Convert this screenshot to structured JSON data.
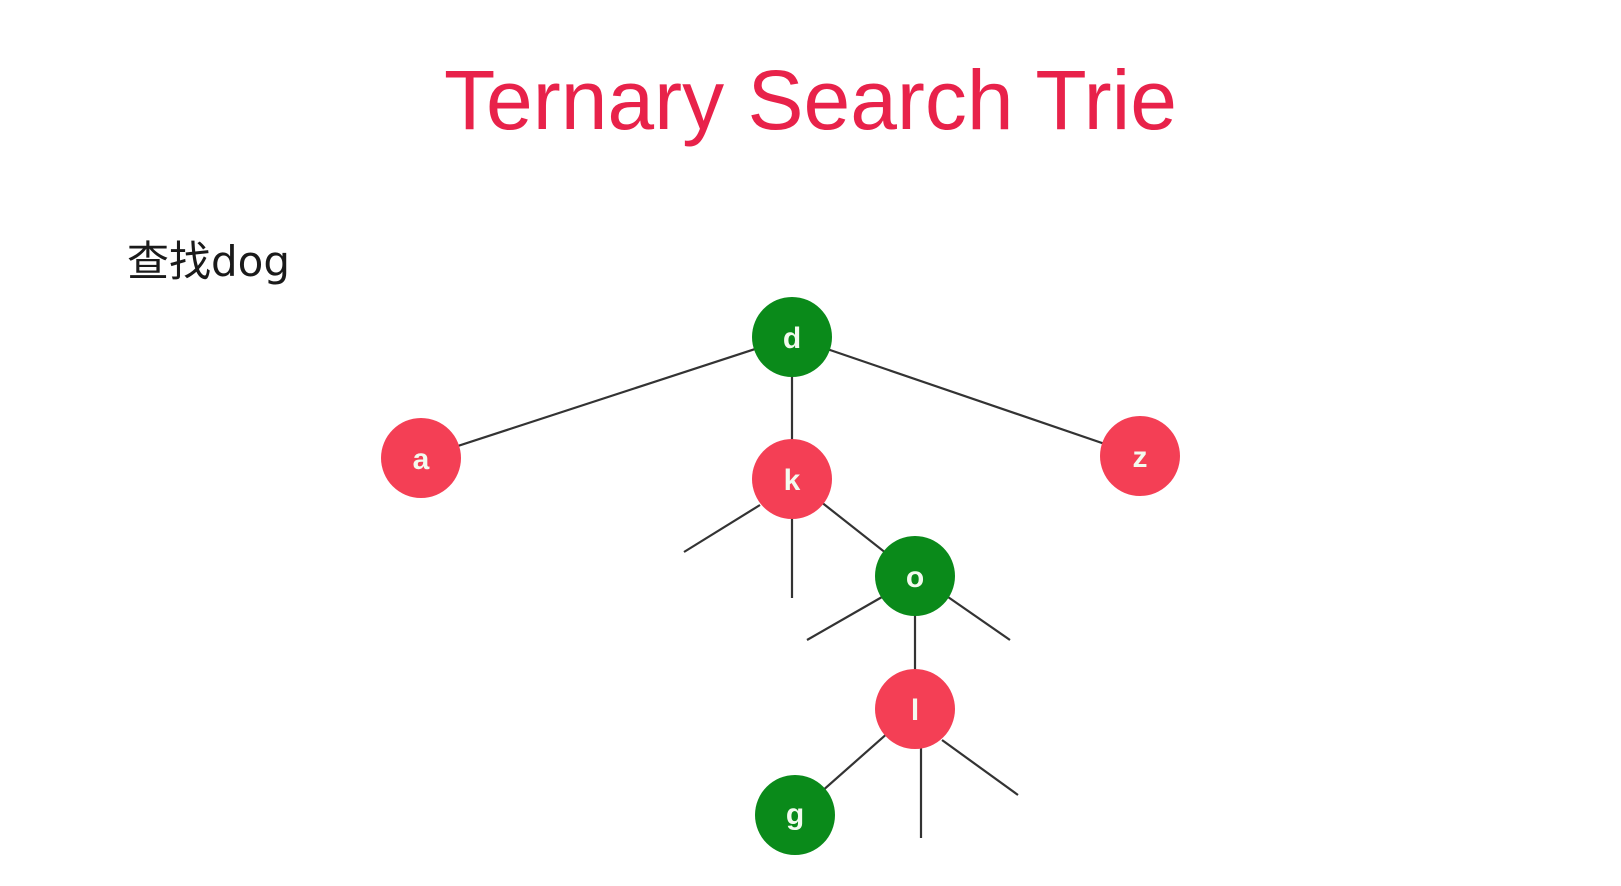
{
  "title": "Ternary Search Trie",
  "subtitle": "查找dog",
  "colors": {
    "title": "#e8224a",
    "match_node": "#0a8a1a",
    "nonmatch_node": "#f43f55",
    "edge": "#333333",
    "label": "#f3fbef"
  },
  "tree": {
    "nodes": [
      {
        "id": "d",
        "label": "d",
        "state": "match"
      },
      {
        "id": "a",
        "label": "a",
        "state": "nonmatch"
      },
      {
        "id": "z",
        "label": "z",
        "state": "nonmatch"
      },
      {
        "id": "k",
        "label": "k",
        "state": "nonmatch"
      },
      {
        "id": "o",
        "label": "o",
        "state": "match"
      },
      {
        "id": "l",
        "label": "l",
        "state": "nonmatch"
      },
      {
        "id": "g",
        "label": "g",
        "state": "match"
      }
    ],
    "edges": [
      {
        "from": "d",
        "to": "a",
        "type": "left"
      },
      {
        "from": "d",
        "to": "k",
        "type": "middle"
      },
      {
        "from": "d",
        "to": "z",
        "type": "right"
      },
      {
        "from": "k",
        "to": "null",
        "type": "left"
      },
      {
        "from": "k",
        "to": "null",
        "type": "middle"
      },
      {
        "from": "k",
        "to": "o",
        "type": "right"
      },
      {
        "from": "o",
        "to": "null",
        "type": "left"
      },
      {
        "from": "o",
        "to": "l",
        "type": "middle"
      },
      {
        "from": "o",
        "to": "null",
        "type": "right"
      },
      {
        "from": "l",
        "to": "g",
        "type": "left"
      },
      {
        "from": "l",
        "to": "null",
        "type": "middle"
      },
      {
        "from": "l",
        "to": "null",
        "type": "right"
      }
    ]
  }
}
